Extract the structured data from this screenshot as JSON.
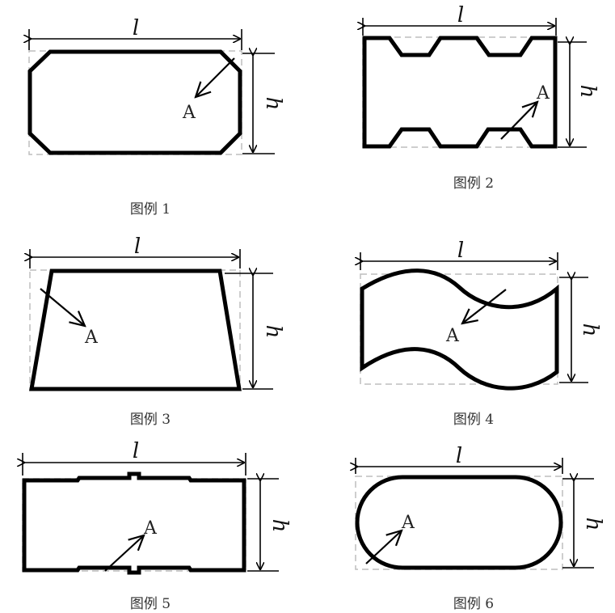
{
  "dimension_labels": {
    "length": "l",
    "height": "h"
  },
  "point_label": "A",
  "figures": [
    {
      "caption": "图例 1",
      "shape": "chamfered-rectangle"
    },
    {
      "caption": "图例 2",
      "shape": "notched-rectangle"
    },
    {
      "caption": "图例 3",
      "shape": "trapezoid"
    },
    {
      "caption": "图例 4",
      "shape": "wave-band"
    },
    {
      "caption": "图例 5",
      "shape": "rectangle-with-small-notches"
    },
    {
      "caption": "图例 6",
      "shape": "stadium"
    }
  ]
}
